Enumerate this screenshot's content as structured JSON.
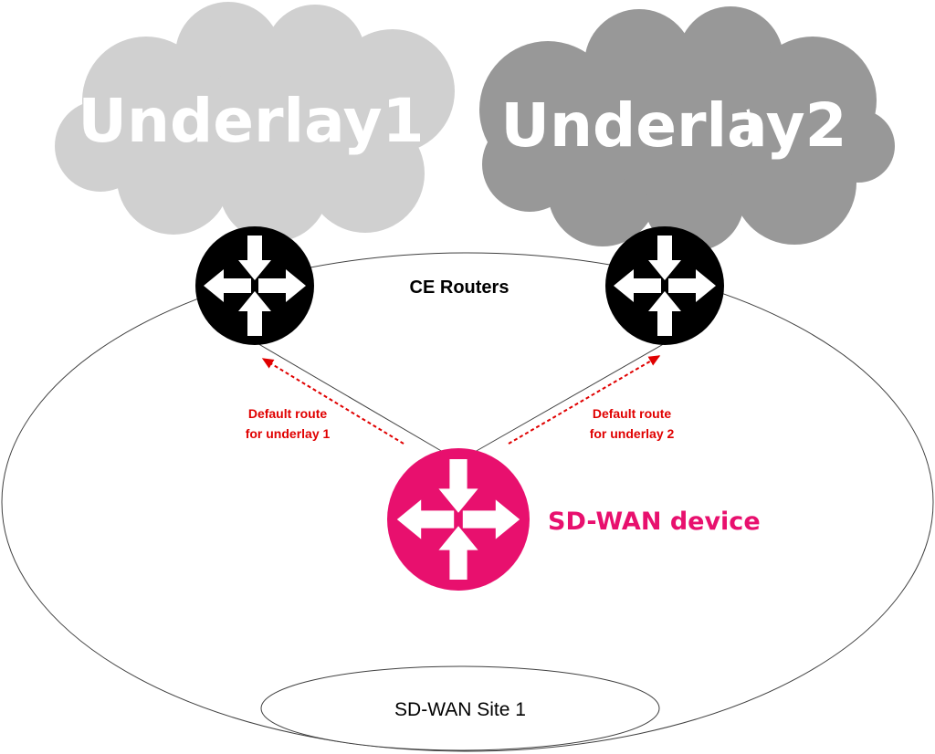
{
  "underlays": [
    {
      "label": "Underlay1",
      "color": "#d0d0d0"
    },
    {
      "label": "Underlay2",
      "color": "#989898"
    }
  ],
  "ce_routers": {
    "label": "CE Routers",
    "color": "#000000"
  },
  "routes": [
    {
      "label_line1": "Default route",
      "label_line2": "for underlay 1",
      "color": "#e00000"
    },
    {
      "label_line1": "Default route",
      "label_line2": "for underlay 2",
      "color": "#e00000"
    }
  ],
  "sdwan_device": {
    "label": "SD-WAN device",
    "color": "#e8106e"
  },
  "site": {
    "label": "SD-WAN Site 1"
  },
  "icons": {
    "router": "router-arrows-icon"
  }
}
